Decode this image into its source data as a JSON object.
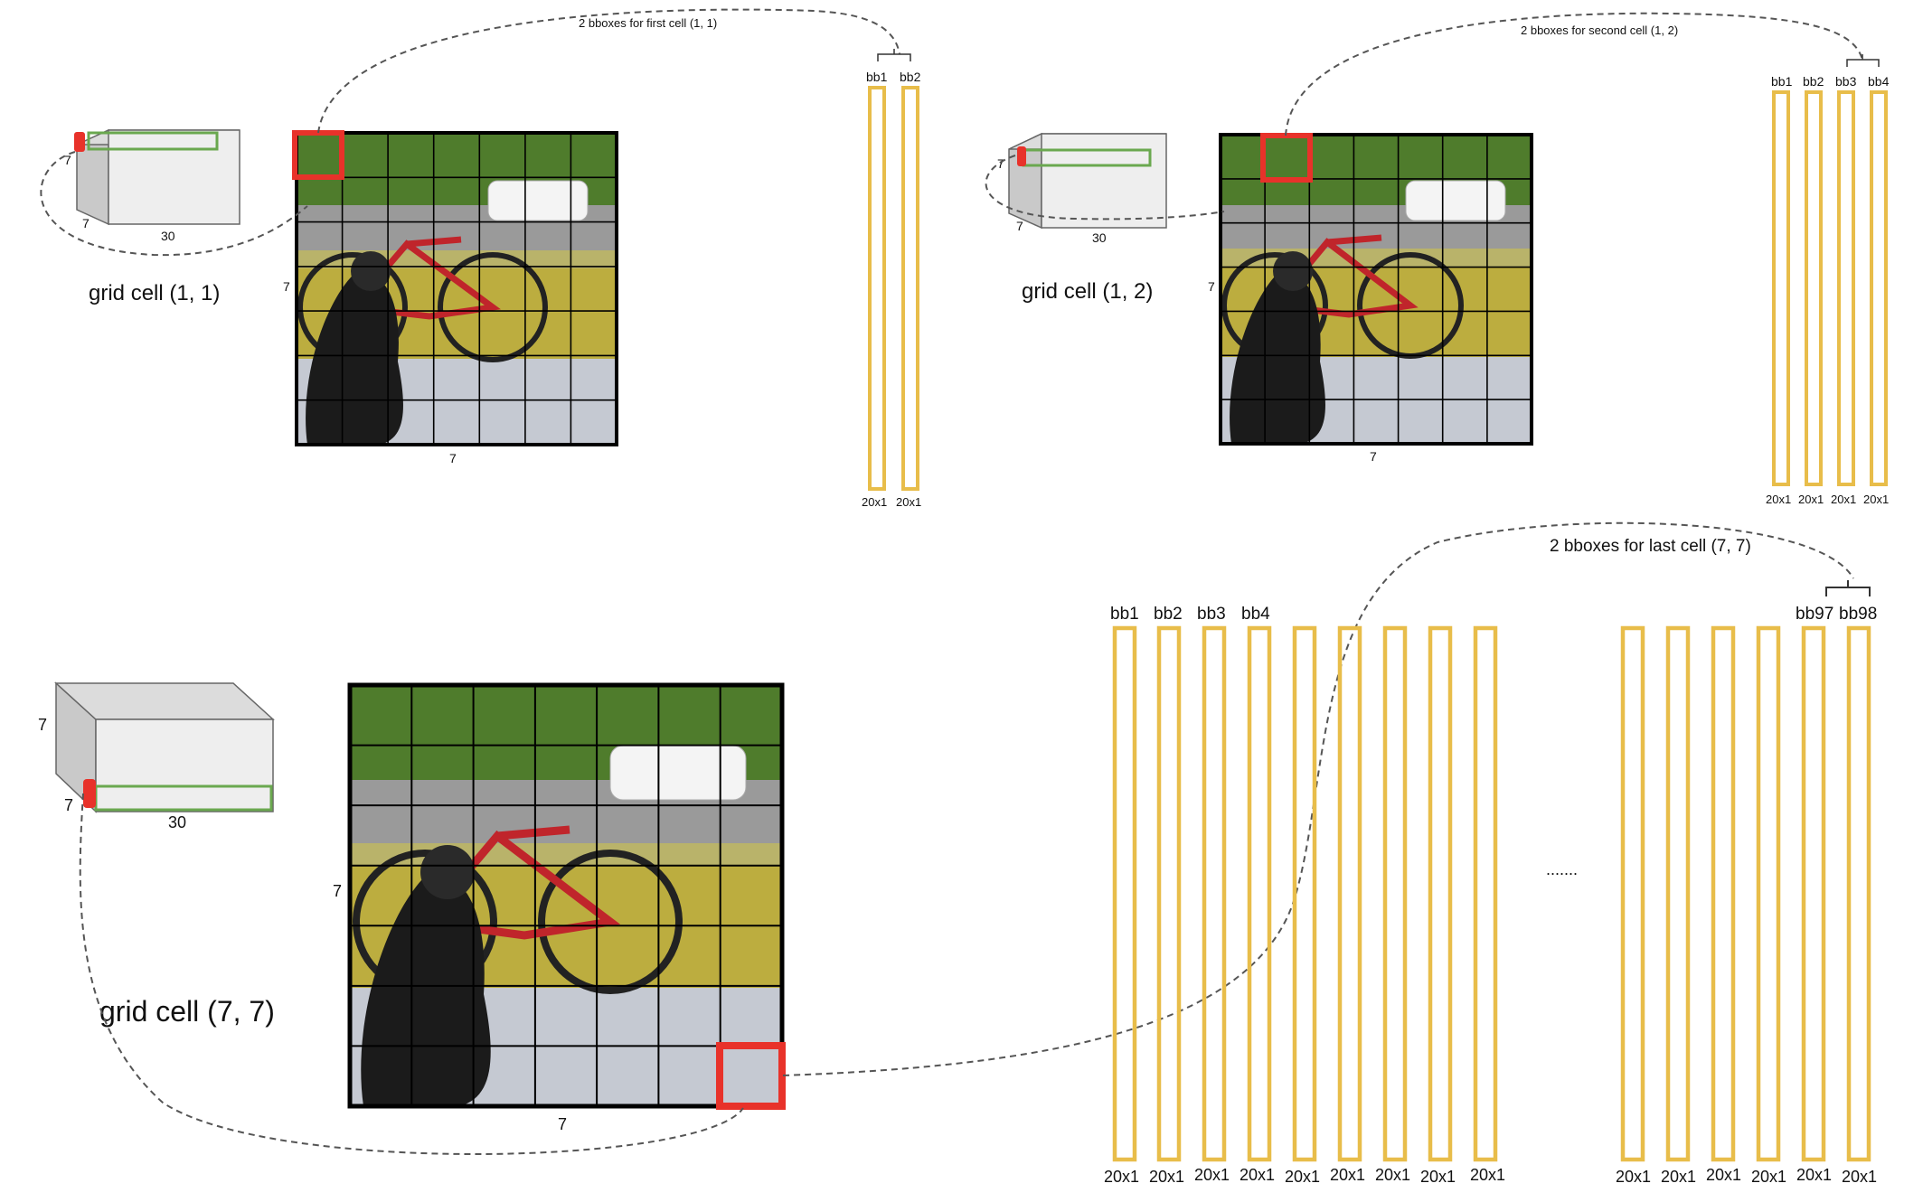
{
  "colors": {
    "red": "#e8322a",
    "green": "#6aa84f",
    "yellow": "#e8bd4a",
    "dash": "#555555",
    "grid_line": "#000000"
  },
  "panel1": {
    "cell_label": "grid cell (1, 1)",
    "tensor_h": "7",
    "tensor_w": "7",
    "tensor_d": "30",
    "img_left": "7",
    "img_bottom": "7",
    "brace_label": "2 bboxes for first cell (1, 1)",
    "bbox_labels": [
      "bb1",
      "bb2"
    ],
    "bbox_dims": [
      "20x1",
      "20x1"
    ]
  },
  "panel2": {
    "cell_label": "grid cell (1, 2)",
    "tensor_h": "7",
    "tensor_w": "7",
    "tensor_d": "30",
    "img_left": "7",
    "img_bottom": "7",
    "brace_label": "2 bboxes for second cell (1, 2)",
    "bbox_labels": [
      "bb1",
      "bb2",
      "bb3",
      "bb4"
    ],
    "bbox_dims": [
      "20x1",
      "20x1",
      "20x1",
      "20x1"
    ]
  },
  "panel3": {
    "cell_label": "grid cell (7, 7)",
    "tensor_h": "7",
    "tensor_w": "7",
    "tensor_d": "30",
    "img_left": "7",
    "img_bottom": "7",
    "brace_label": "2 bboxes for last cell (7, 7)",
    "bbox_labels_left": [
      "bb1",
      "bb2",
      "bb3",
      "bb4"
    ],
    "bbox_labels_right": [
      "bb97",
      "bb98"
    ],
    "ellipsis": ".......",
    "bbox_dims_left": [
      "20x1",
      "20x1",
      "20x1",
      "20x1",
      "20x1",
      "20x1",
      "20x1",
      "20x1",
      "20x1"
    ],
    "bbox_dims_right": [
      "20x1",
      "20x1",
      "20x1",
      "20x1",
      "20x1",
      "20x1"
    ]
  }
}
